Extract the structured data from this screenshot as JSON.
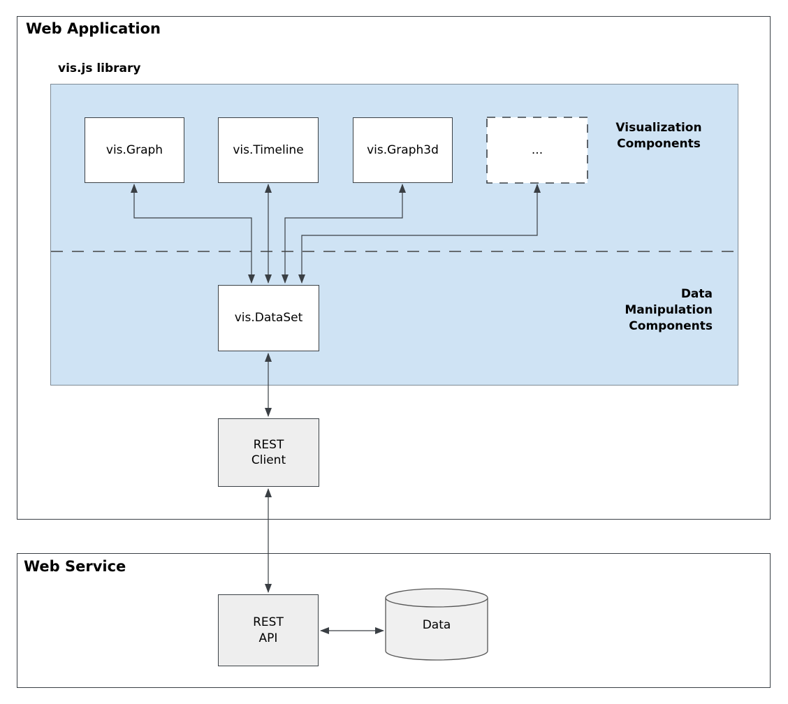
{
  "colors": {
    "library_fill": "#cfe3f4",
    "box_fill_gray": "#eeeeee",
    "box_fill_white": "#ffffff",
    "border_dark": "#3a4045",
    "line_color": "#3a3f44",
    "text_color": "#000000"
  },
  "web_application": {
    "title": "Web Application",
    "library": {
      "title": "vis.js library",
      "visualization_label": "Visualization\nComponents",
      "data_manipulation_label": "Data\nManipulation\nComponents",
      "components": [
        {
          "label": "vis.Graph"
        },
        {
          "label": "vis.Timeline"
        },
        {
          "label": "vis.Graph3d"
        },
        {
          "label": "..."
        }
      ],
      "dataset_label": "vis.DataSet"
    },
    "rest_client_label": "REST\nClient"
  },
  "web_service": {
    "title": "Web Service",
    "rest_api_label": "REST\nAPI",
    "data_store_label": "Data"
  }
}
